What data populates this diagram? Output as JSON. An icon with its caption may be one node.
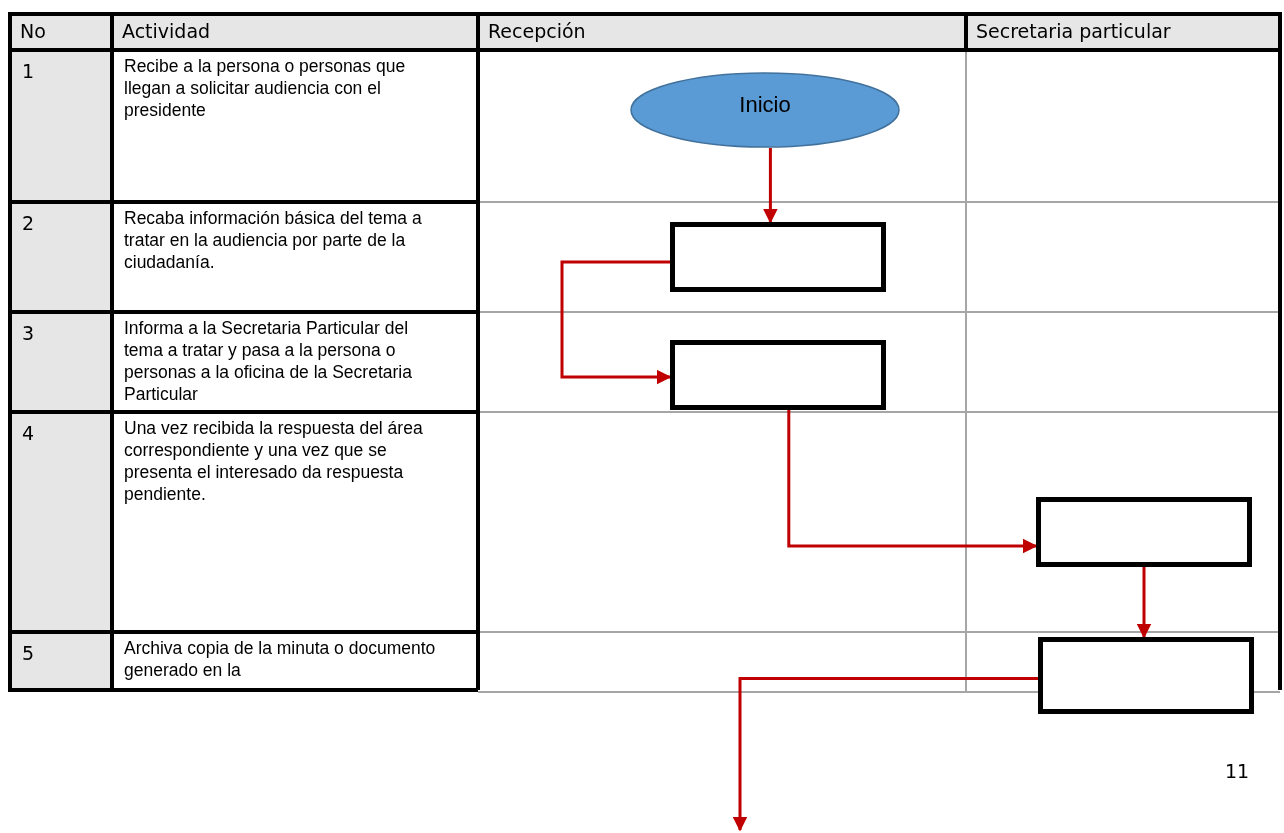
{
  "diagram": {
    "nodes": [
      {
        "text": [
          "Inicio"
        ]
      },
      {
        "text": [],
        "shape": "box"
      },
      {
        "text": [],
        "shape": "box"
      },
      {
        "text": [],
        "shape": "box"
      },
      {
        "text": [],
        "shape": "box"
      }
    ],
    "edges": [
      {
        "from": 0,
        "to": 1,
        "arrow": "to"
      },
      {
        "from": 1,
        "to": 2,
        "arrow": "to"
      },
      {
        "from": 2,
        "to": 3,
        "arrow": "to"
      },
      {
        "from": 3,
        "to": 4,
        "arrow": "to"
      },
      {
        "from": 4,
        "to": null,
        "arrow": "to"
      }
    ],
    "labels": [
      "No",
      "Actividad",
      "Recepción",
      "Secretaria particular",
      "1",
      "Recibe a la persona o personas que llegan a solicitar audiencia con el presidente",
      "2",
      "Recaba información básica del tema a tratar en la audiencia por parte de la ciudadanía.",
      "3",
      "Informa a la Secretaria Particular del tema a tratar y pasa a la persona o personas a la oficina de la Secretaria Particular",
      "4",
      "Una vez recibida la respuesta del área correspondiente y una vez que se presenta el interesado da respuesta pendiente.",
      "5",
      "Archiva copia de la minuta o documento generado en la",
      "11"
    ]
  }
}
